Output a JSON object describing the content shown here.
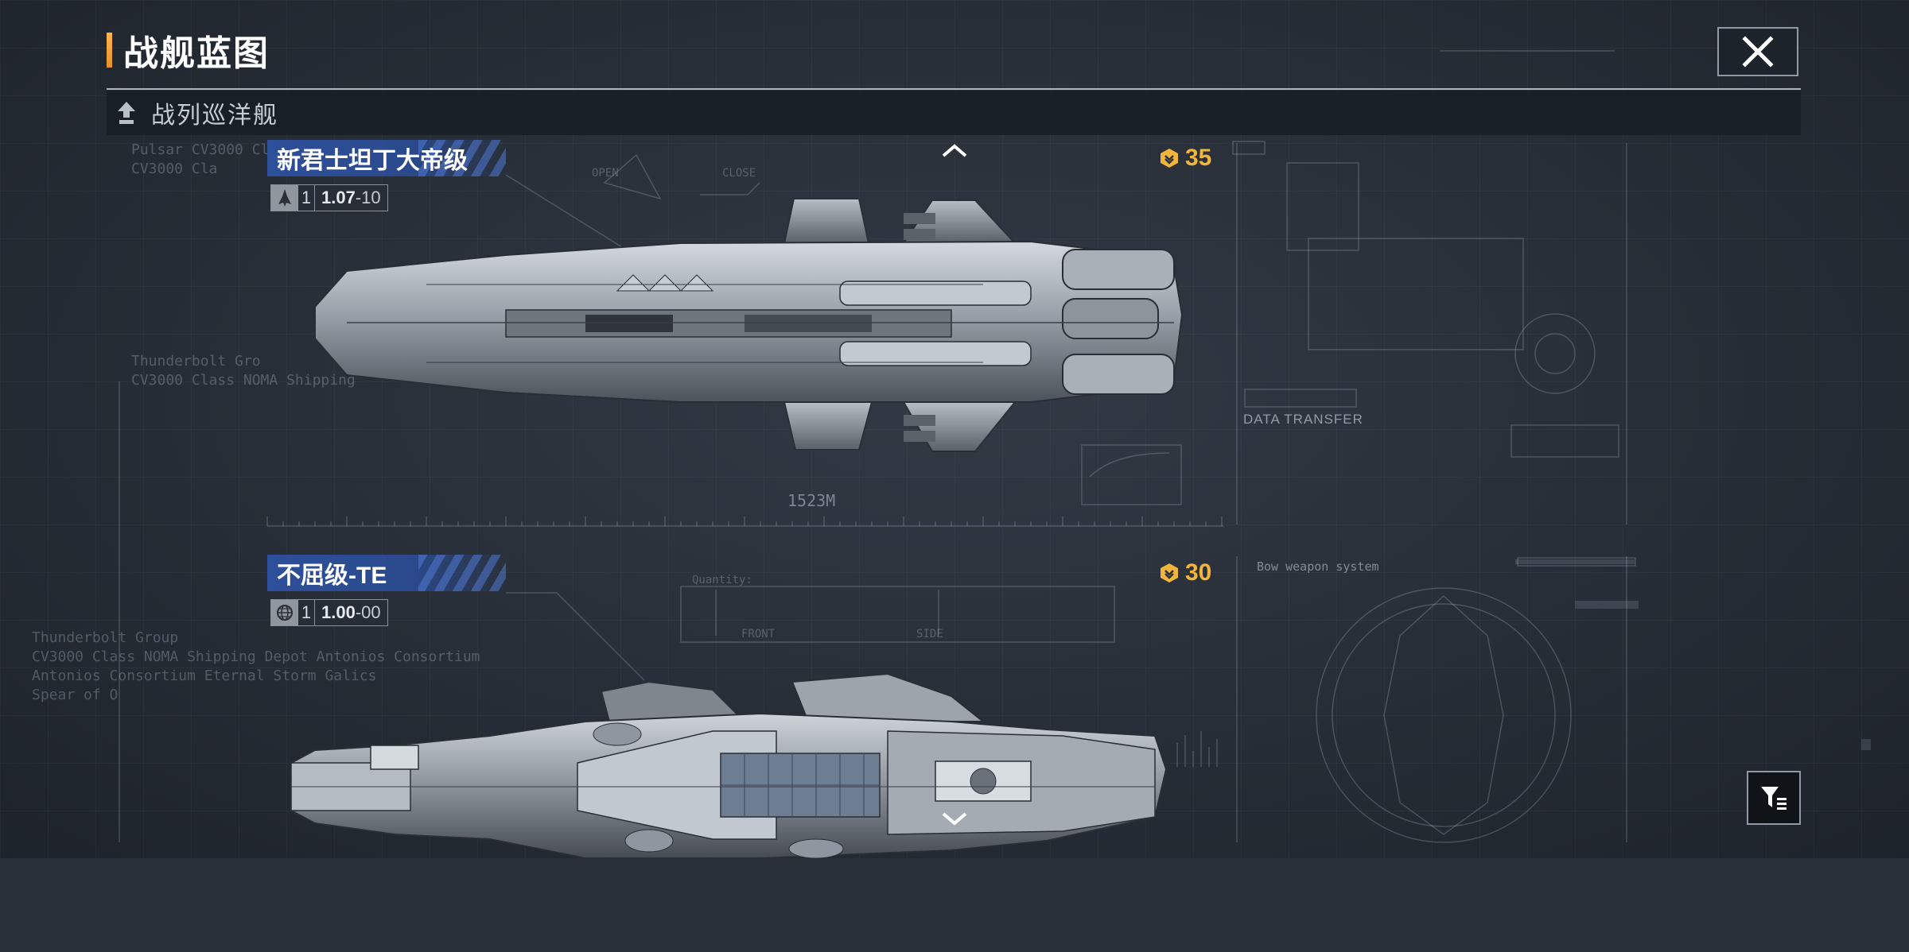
{
  "header": {
    "title": "战舰蓝图",
    "category": "战列巡洋舰"
  },
  "ships": [
    {
      "name": "新君士坦丁大帝级",
      "level": "1",
      "version": "1.07",
      "version_suffix": "-10",
      "cost": "35",
      "stat_icon": "ship-silhouette-icon",
      "length_label": "1523M"
    },
    {
      "name": "不屈级-TE",
      "level": "1",
      "version": "1.00",
      "version_suffix": "-00",
      "cost": "30",
      "stat_icon": "globe-icon"
    }
  ],
  "decor": {
    "data_transfer": "DATA TRANSFER",
    "weapon_system": "Bow weapon system",
    "open_label": "OPEN",
    "close_label": "CLOSE",
    "front_label": "FRONT",
    "side_label": "SIDE",
    "quantity_label": "Quantity:"
  },
  "colors": {
    "accent": "#f2b53c",
    "name_tag": "#2e4f9a",
    "background": "#29303a"
  }
}
